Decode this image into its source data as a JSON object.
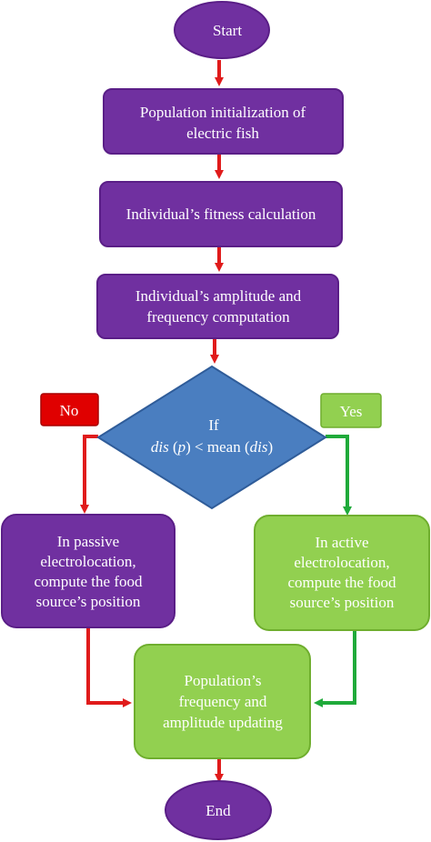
{
  "nodes": {
    "start": {
      "label": "Start"
    },
    "init": {
      "lines": [
        "Population initialization of",
        "electric fish"
      ]
    },
    "fitness": {
      "lines": [
        "Individual’s fitness calculation"
      ]
    },
    "amplitude": {
      "lines": [
        "Individual’s amplitude and",
        "frequency computation"
      ]
    },
    "decision": {
      "line1": "If",
      "var1": "dis",
      "p_open": " (",
      "p_var": "p",
      "p_close": ") < mean (",
      "var2": "dis",
      "close": ")"
    },
    "passive": {
      "lines": [
        "In passive",
        "electrolocation,",
        "compute the food",
        "source’s position"
      ]
    },
    "active": {
      "lines": [
        "In active",
        "electrolocation,",
        "compute the food",
        "source’s position"
      ]
    },
    "update": {
      "lines": [
        "Population’s",
        "frequency and",
        "amplitude updating"
      ]
    },
    "end": {
      "label": "End"
    }
  },
  "branches": {
    "no": "No",
    "yes": "Yes"
  },
  "colors": {
    "purple": "#7030a0",
    "purple_stroke": "#5a1e87",
    "green": "#92d050",
    "green_stroke": "#6fae2e",
    "blue": "#4a7ec0",
    "blue_stroke": "#2f5c99",
    "red_arrow": "#e01b1b",
    "green_arrow": "#1faa3a",
    "no_tag": "#e00000",
    "yes_tag": "#92d050"
  }
}
